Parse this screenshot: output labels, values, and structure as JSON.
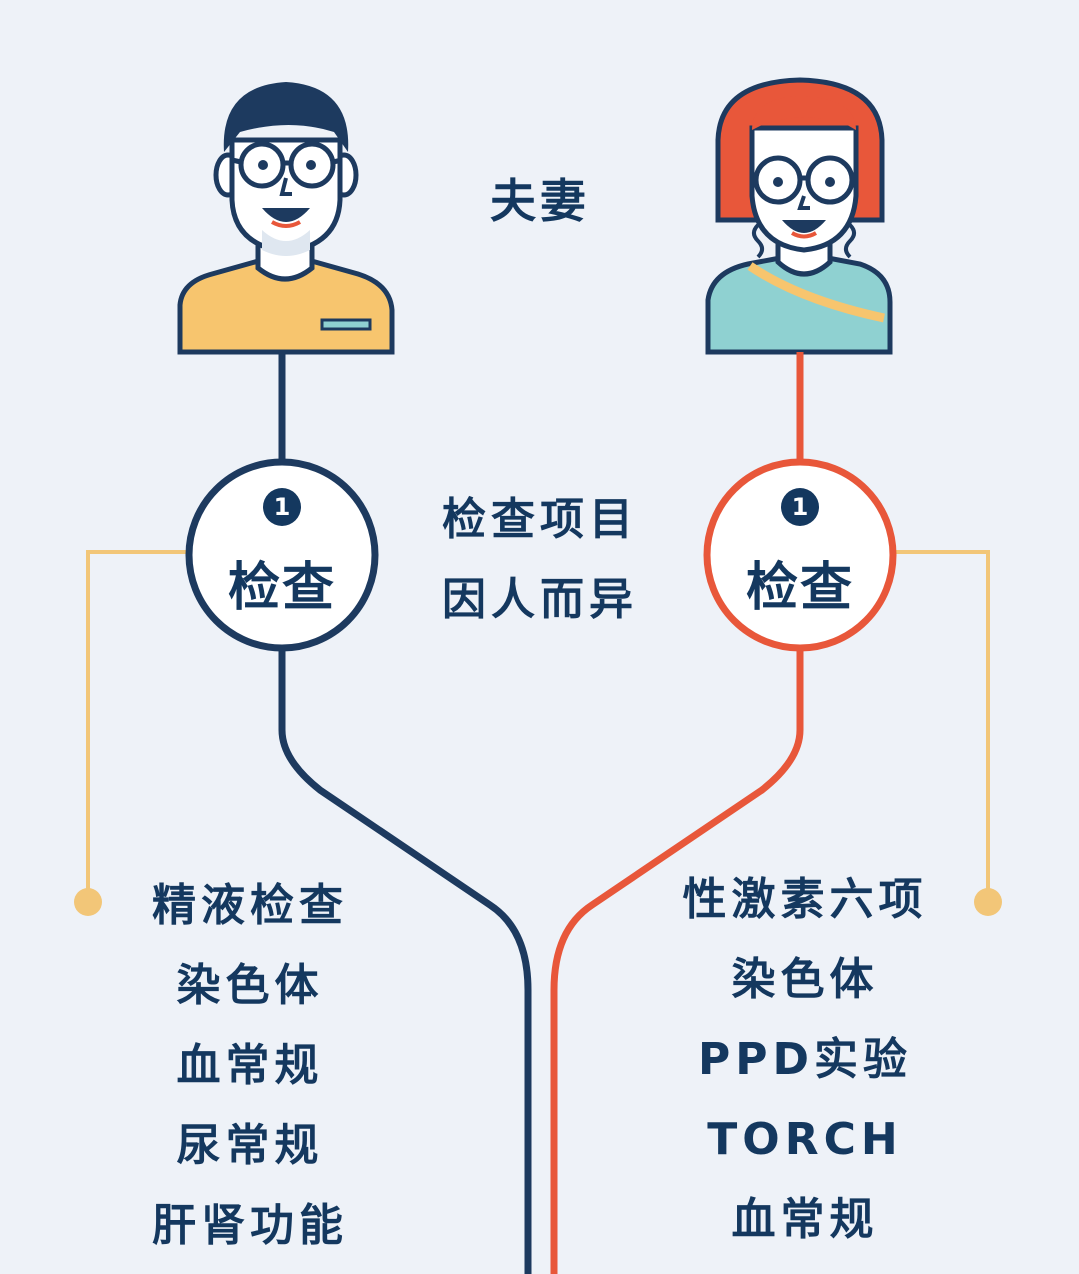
{
  "header": {
    "couple_label": "夫妻"
  },
  "center_caption": {
    "line1": "检查项目",
    "line2": "因人而异"
  },
  "husband": {
    "step_number": "1",
    "step_label": "检查",
    "items": [
      "精液检查",
      "染色体",
      "血常规",
      "尿常规",
      "肝肾功能"
    ]
  },
  "wife": {
    "step_number": "1",
    "step_label": "检查",
    "items": [
      "性激素六项",
      "染色体",
      "PPD实验",
      "TORCH",
      "血常规"
    ]
  },
  "colors": {
    "navy": "#1d3a5f",
    "orange_red": "#e8573a",
    "yellow_line": "#f2c678",
    "shirt_yellow": "#f7c56e",
    "shirt_teal": "#8fd1d1",
    "background": "#eef2f8"
  },
  "icons": {
    "husband": "man-with-glasses-avatar-icon",
    "wife": "woman-with-glasses-avatar-icon"
  }
}
